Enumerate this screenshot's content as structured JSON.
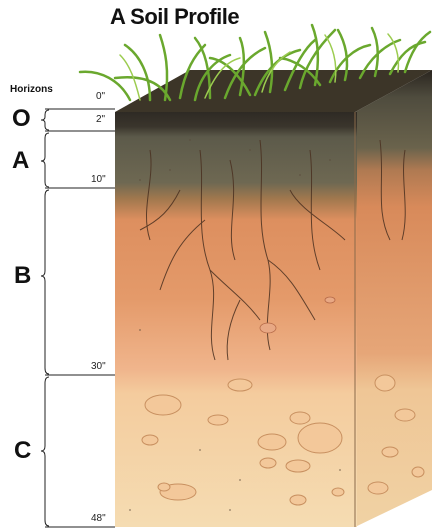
{
  "title": "A Soil Profile",
  "horizons_label": "Horizons",
  "horizons": [
    {
      "letter": "O",
      "top_depth": "0\"",
      "bottom_depth": "2\""
    },
    {
      "letter": "A",
      "bottom_depth": "10\""
    },
    {
      "letter": "B",
      "bottom_depth": "30\""
    },
    {
      "letter": "C",
      "bottom_depth": "48\""
    }
  ],
  "colors": {
    "grass": "#7fb83a",
    "o_horizon": "#2f2a24",
    "a_horizon": "#6b6650",
    "b_horizon": "#d98e5e",
    "c_horizon": "#f2d3a2"
  }
}
